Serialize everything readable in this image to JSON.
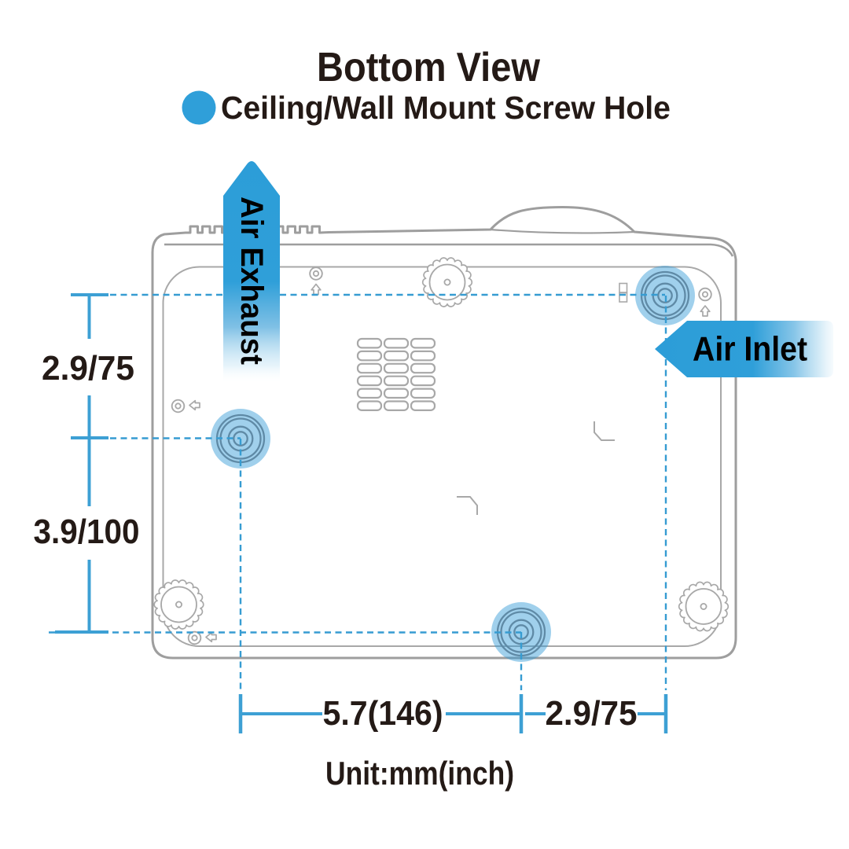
{
  "title": "Bottom View",
  "legend": {
    "label": "Ceiling/Wall Mount Screw Hole",
    "dot_color": "#2f9fd9"
  },
  "callouts": {
    "exhaust_label": "Air Exhaust",
    "inlet_label": "Air Inlet"
  },
  "dimensions": {
    "side_upper": "2.9/75",
    "side_lower": "3.9/100",
    "bottom_span": "5.7(146)",
    "bottom_offset": "2.9/75",
    "unit_note": "Unit:mm(inch)"
  },
  "colors": {
    "accent_blue": "#2f9fd9",
    "dash_blue": "#369cd2",
    "outline_gray": "#9e9e9e",
    "text_dark": "#241a16",
    "screw_highlight": "#a8d4ee"
  }
}
